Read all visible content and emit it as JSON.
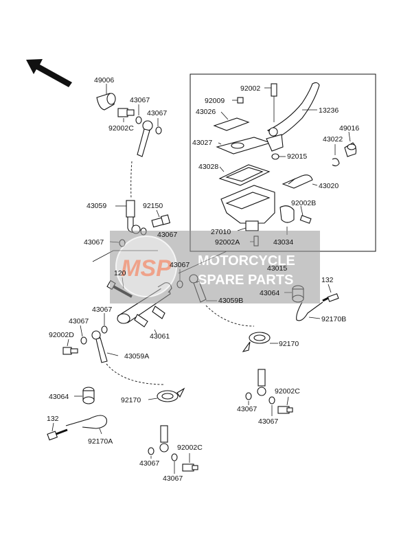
{
  "diagram": {
    "labels": {
      "l49006": "49006",
      "l43067a": "43067",
      "l43067b": "43067",
      "l92002c_top": "92002C",
      "l43059": "43059",
      "l92150": "92150",
      "l43067c": "43067",
      "l43067d": "43067",
      "l92002": "92002",
      "l92009": "92009",
      "l43026": "43026",
      "l13236": "13236",
      "l49016": "49016",
      "l43022": "43022",
      "l43027": "43027",
      "l92015": "92015",
      "l43028": "43028",
      "l43020": "43020",
      "l92002b": "92002B",
      "l27010": "27010",
      "l92002a": "92002A",
      "l43034": "43034",
      "l43067e": "43067",
      "l120": "120",
      "l43015": "43015",
      "l132_right": "132",
      "l43064_right": "43064",
      "l43059b": "43059B",
      "l92170b": "92170B",
      "l43067f": "43067",
      "l43067g": "43067",
      "l43061": "43061",
      "l92002d": "92002D",
      "l43059a": "43059A",
      "l92170_right": "92170",
      "l43064_left": "43064",
      "l92170_left": "92170",
      "l132_left": "132",
      "l92170a": "92170A",
      "l43067h": "43067",
      "l92002c_mid": "92002C",
      "l43067i": "43067",
      "l43067j": "43067",
      "l92002c_bot": "92002C",
      "l43067k": "43067"
    },
    "watermark": {
      "logo": "MSP",
      "line1": "MOTORCYCLE",
      "line2": "SPARE PARTS"
    }
  }
}
